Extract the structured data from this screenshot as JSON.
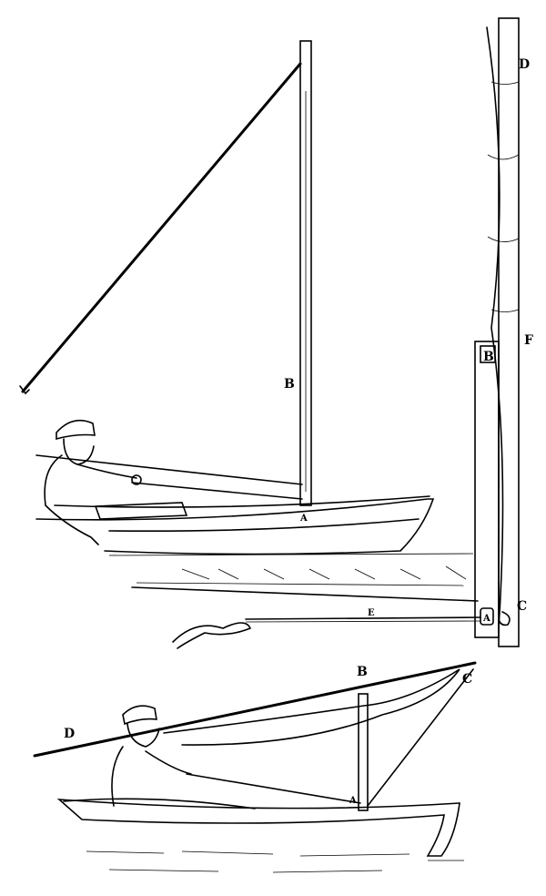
{
  "figure": {
    "description": "Line illustration of canoe sailing rig: sailor in canoe with raised sail (top), detail of mast socket and furled sail (right), and sailor with boom-rigged sail (bottom)",
    "top_boat": {
      "labels": {
        "mast_top": "B",
        "mast_foot": "A"
      }
    },
    "mast_detail": {
      "labels": {
        "top": "D",
        "mid": "F",
        "socket_top": "B",
        "socket_bottom": "A",
        "hook": "C",
        "line": "E"
      }
    },
    "bottom_boat": {
      "labels": {
        "boom_end": "D",
        "spar": "B",
        "peak": "C",
        "mast_foot": "A"
      }
    }
  }
}
